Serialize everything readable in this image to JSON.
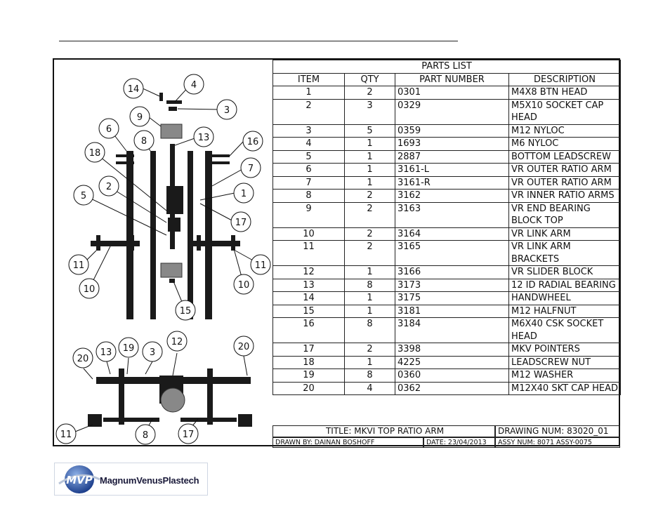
{
  "parts_list": {
    "title": "PARTS LIST",
    "headers": [
      "ITEM",
      "QTY",
      "PART NUMBER",
      "DESCRIPTION"
    ],
    "rows": [
      {
        "item": "1",
        "qty": "2",
        "part": "0301",
        "desc": "M4X8 BTN HEAD"
      },
      {
        "item": "2",
        "qty": "3",
        "part": "0329",
        "desc": "M5X10 SOCKET CAP HEAD"
      },
      {
        "item": "3",
        "qty": "5",
        "part": "0359",
        "desc": "M12 NYLOC"
      },
      {
        "item": "4",
        "qty": "1",
        "part": "1693",
        "desc": "M6 NYLOC"
      },
      {
        "item": "5",
        "qty": "1",
        "part": "2887",
        "desc": "BOTTOM LEADSCREW"
      },
      {
        "item": "6",
        "qty": "1",
        "part": "3161-L",
        "desc": "VR OUTER RATIO ARM"
      },
      {
        "item": "7",
        "qty": "1",
        "part": "3161-R",
        "desc": "VR OUTER RATIO ARM"
      },
      {
        "item": "8",
        "qty": "2",
        "part": "3162",
        "desc": "VR INNER RATIO ARMS"
      },
      {
        "item": "9",
        "qty": "2",
        "part": "3163",
        "desc": "VR END BEARING BLOCK TOP"
      },
      {
        "item": "10",
        "qty": "2",
        "part": "3164",
        "desc": "VR LINK ARM"
      },
      {
        "item": "11",
        "qty": "2",
        "part": "3165",
        "desc": "VR LINK ARM BRACKETS"
      },
      {
        "item": "12",
        "qty": "1",
        "part": "3166",
        "desc": "VR SLIDER BLOCK"
      },
      {
        "item": "13",
        "qty": "8",
        "part": "3173",
        "desc": "12 ID RADIAL BEARING"
      },
      {
        "item": "14",
        "qty": "1",
        "part": "3175",
        "desc": "HANDWHEEL"
      },
      {
        "item": "15",
        "qty": "1",
        "part": "3181",
        "desc": "M12 HALFNUT"
      },
      {
        "item": "16",
        "qty": "8",
        "part": "3184",
        "desc": "M6X40 CSK SOCKET HEAD"
      },
      {
        "item": "17",
        "qty": "2",
        "part": "3398",
        "desc": "MKV POINTERS"
      },
      {
        "item": "18",
        "qty": "1",
        "part": "4225",
        "desc": "LEADSCREW NUT"
      },
      {
        "item": "19",
        "qty": "8",
        "part": "0360",
        "desc": "M12 WASHER"
      },
      {
        "item": "20",
        "qty": "4",
        "part": "0362",
        "desc": "M12X40 SKT CAP HEAD"
      }
    ]
  },
  "title_block": {
    "title": "TITLE: MKVI TOP RATIO ARM",
    "drawing_num": "DRAWING NUM: 83020_01",
    "drawn_by": "DRAWN BY: DAINAN BOSHOFF",
    "date": "DATE: 23/04/2013",
    "assy_num": "ASSY NUM: 8071 ASSY-0075"
  },
  "balloons_top": [
    "14",
    "4",
    "3",
    "9",
    "6",
    "8",
    "13",
    "16",
    "18",
    "7",
    "2",
    "1",
    "5",
    "17",
    "11",
    "11",
    "10",
    "10",
    "15"
  ],
  "balloons_bottom": [
    "20",
    "13",
    "19",
    "3",
    "12",
    "20",
    "11",
    "8",
    "17"
  ],
  "logo": {
    "badge": "MVP",
    "name": "MagnumVenusPlastech"
  }
}
